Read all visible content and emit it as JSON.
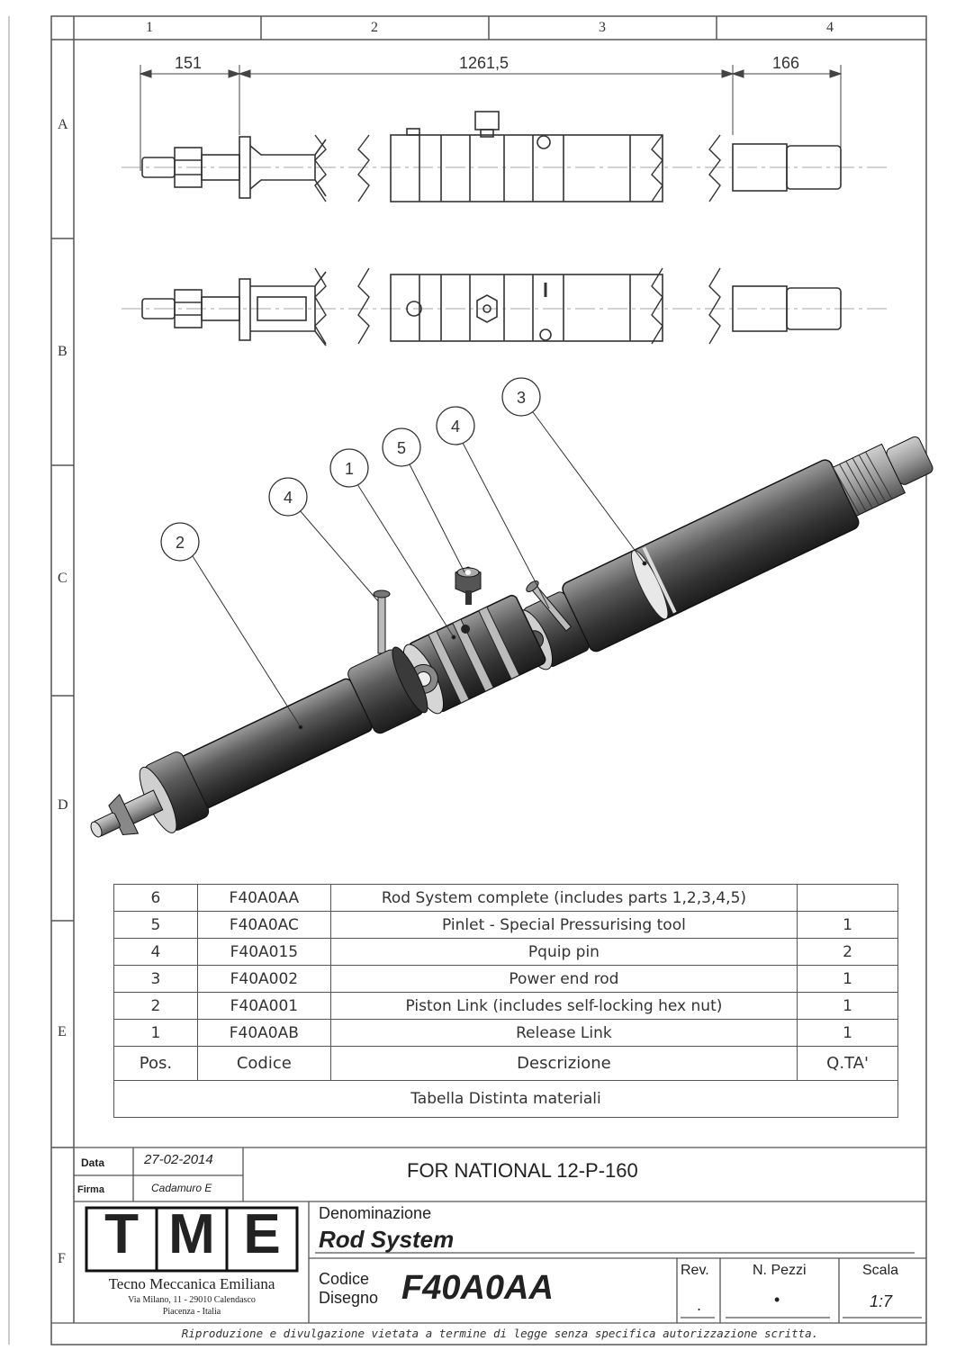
{
  "grid": {
    "columns": [
      "1",
      "2",
      "3",
      "4"
    ],
    "rows": [
      "A",
      "B",
      "C",
      "D",
      "E",
      "F"
    ]
  },
  "dimensions": [
    "151",
    "1261,5",
    "166"
  ],
  "balloons": [
    "2",
    "4",
    "1",
    "5",
    "4",
    "3"
  ],
  "bom": {
    "rows": [
      {
        "pos": "6",
        "code": "F40A0AA",
        "desc": "Rod System complete (includes parts 1,2,3,4,5)",
        "qty": ""
      },
      {
        "pos": "5",
        "code": "F40A0AC",
        "desc": "Pinlet - Special Pressurising tool",
        "qty": "1"
      },
      {
        "pos": "4",
        "code": "F40A015",
        "desc": "Pquip pin",
        "qty": "2"
      },
      {
        "pos": "3",
        "code": "F40A002",
        "desc": "Power end rod",
        "qty": "1"
      },
      {
        "pos": "2",
        "code": "F40A001",
        "desc": "Piston Link (includes self-locking hex nut)",
        "qty": "1"
      },
      {
        "pos": "1",
        "code": "F40A0AB",
        "desc": "Release  Link",
        "qty": "1"
      }
    ],
    "header": {
      "pos": "Pos.",
      "code": "Codice",
      "desc": "Descrizione",
      "qty": "Q.TA'"
    },
    "caption": "Tabella Distinta materiali"
  },
  "title_block": {
    "data_label": "Data",
    "data_value": "27-02-2014",
    "firma_label": "Firma",
    "firma_value": "Cadamuro E",
    "project": "FOR NATIONAL 12-P-160",
    "logo": {
      "letters": [
        "T",
        "M",
        "E"
      ],
      "company": "Tecno Meccanica Emiliana",
      "address": "Via Milano, 11 - 29010 Calendasco",
      "city": "Piacenza - Italia"
    },
    "denominazione_label": "Denominazione",
    "denominazione_value": "Rod System",
    "codice_label_1": "Codice",
    "codice_label_2": "Disegno",
    "codice_value": "F40A0AA",
    "rev_label": "Rev.",
    "rev_value": ".",
    "pezzi_label": "N. Pezzi",
    "pezzi_value": "•",
    "scala_label": "Scala",
    "scala_value": "1:7",
    "footer": "Riproduzione e divulgazione vietata a termine di legge senza specifica autorizzazione scritta."
  }
}
